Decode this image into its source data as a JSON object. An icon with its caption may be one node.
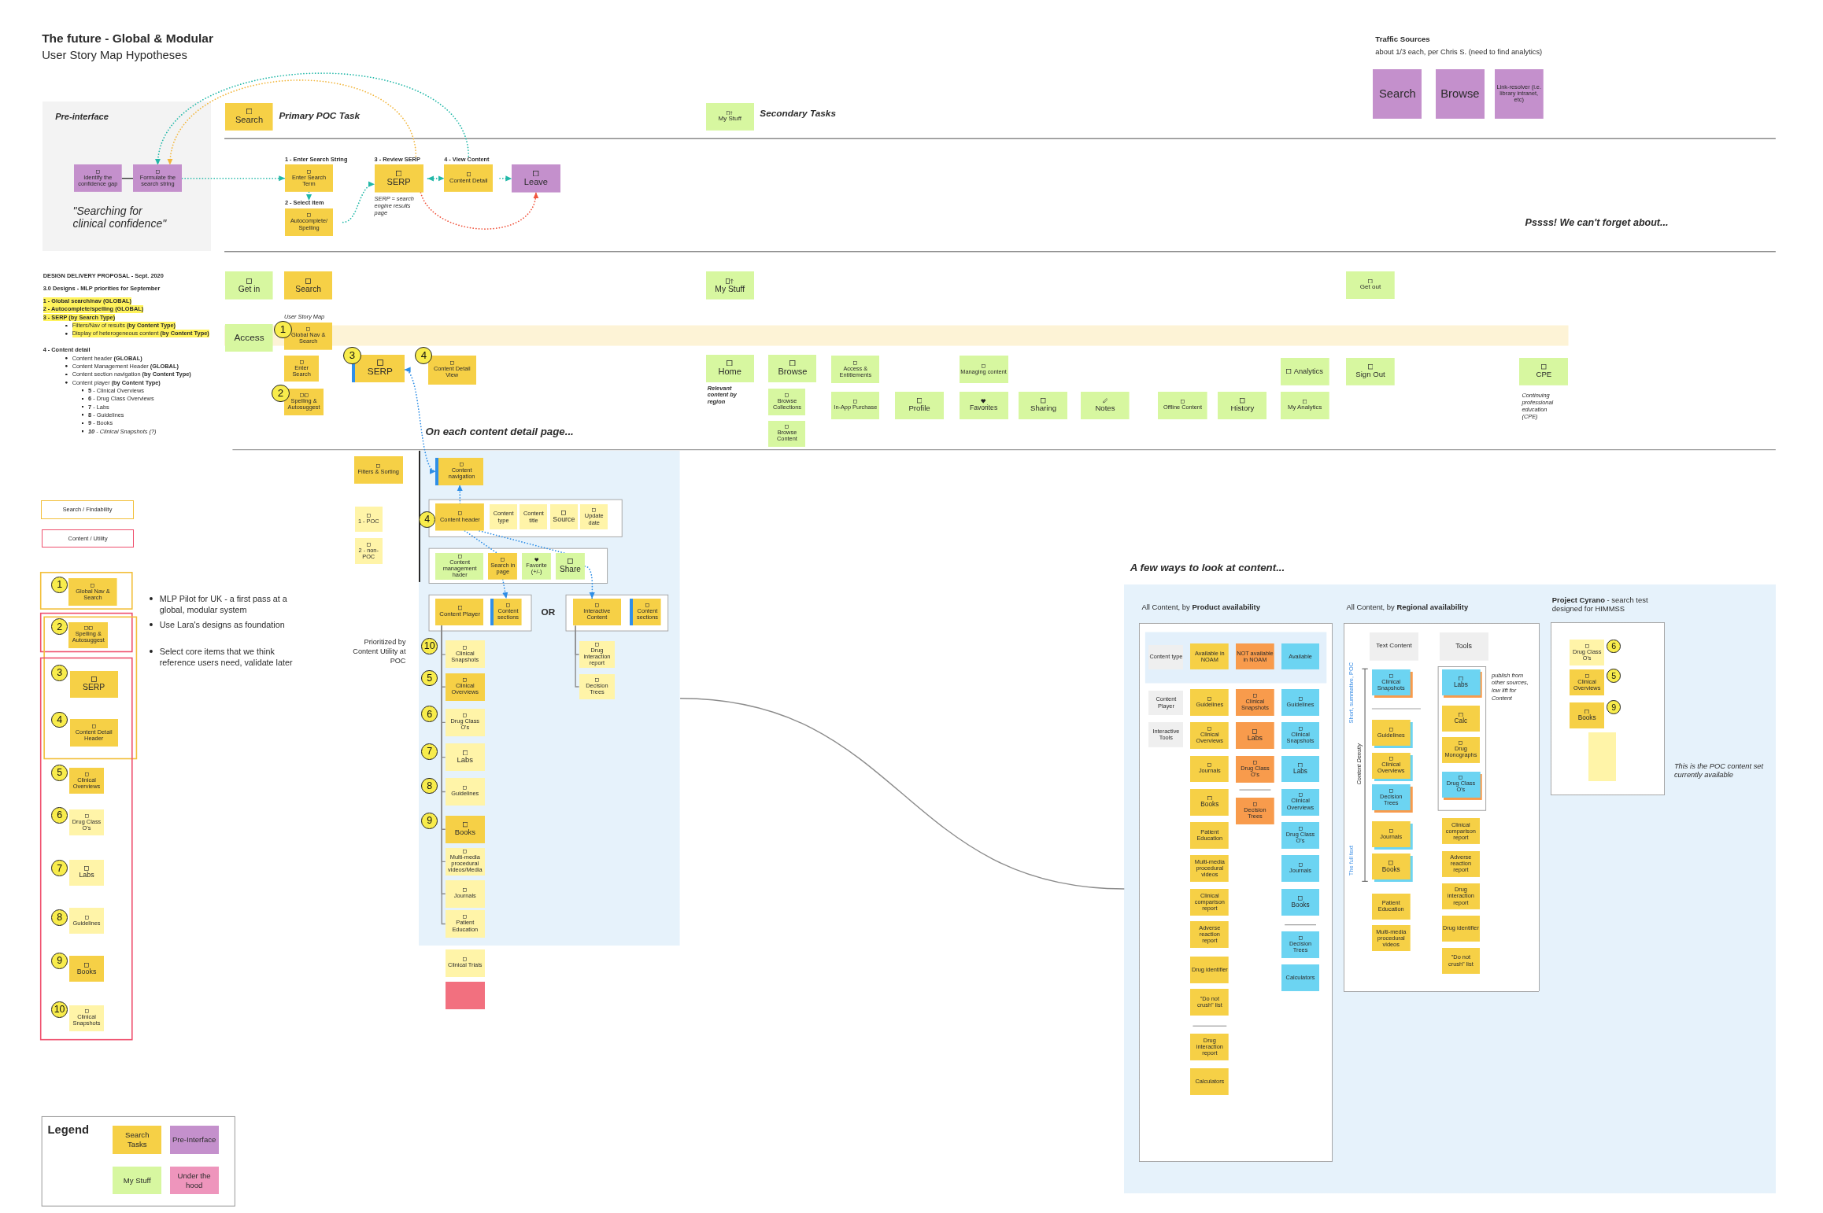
{
  "diagram": {
    "title": "The future - Global & Modular",
    "nodes": [
      {
        "text": [
          "Pre-interface",
          "\"Searching for clinical confidence\""
        ]
      },
      {
        "text": [
          "Identify the confidence gap"
        ],
        "in": 0
      },
      {
        "text": [
          "Formulate the search string"
        ],
        "in": 0
      },
      {
        "text": [
          "Search"
        ],
        "beside": [
          "Primary POC Task"
        ]
      },
      {
        "text": [
          "1 - Enter Search String",
          "Enter Search Term"
        ]
      },
      {
        "text": [
          "2 - Select item",
          "Autocomplete/ Spelling"
        ]
      },
      {
        "text": [
          "3 - Review SERP",
          "SERP"
        ],
        "beside": [
          "SERP = search engine results page"
        ]
      },
      {
        "text": [
          "4 - View Content",
          "Content Detail"
        ]
      },
      {
        "text": [
          "Leave"
        ]
      },
      {
        "text": [
          "My Stuff"
        ],
        "beside": [
          "Secondary Tasks"
        ]
      },
      {
        "text": [
          "Search"
        ]
      },
      {
        "text": [
          "Browse"
        ]
      },
      {
        "text": [
          "Link-resolver (i.e. library intranet, etc)"
        ]
      },
      {
        "text": [
          "Get in"
        ]
      },
      {
        "text": [
          "Search"
        ]
      },
      {
        "text": [
          "My Stuff"
        ]
      },
      {
        "text": [
          "Get out"
        ]
      },
      {
        "text": [
          "Access"
        ]
      },
      {
        "text": [
          "Global Nav & Search"
        ]
      },
      {
        "text": [
          "Enter Search"
        ]
      },
      {
        "text": [
          "Spelling & Autosuggest"
        ]
      },
      {
        "text": [
          "SERP"
        ]
      },
      {
        "text": [
          "Content Detail View"
        ]
      },
      {
        "text": [
          "Home"
        ],
        "beside": [
          "Relevant content by region"
        ]
      },
      {
        "text": [
          "Browse"
        ]
      },
      {
        "text": [
          "Browse Collections"
        ]
      },
      {
        "text": [
          "Browse Content"
        ]
      },
      {
        "text": [
          "Access & Entitlements"
        ]
      },
      {
        "text": [
          "In-App Purchase"
        ]
      },
      {
        "text": [
          "Profile"
        ]
      },
      {
        "text": [
          "Managing content"
        ]
      },
      {
        "text": [
          "Favorites"
        ]
      },
      {
        "text": [
          "Sharing"
        ]
      },
      {
        "text": [
          "Notes"
        ]
      },
      {
        "text": [
          "Offline Content"
        ]
      },
      {
        "text": [
          "History"
        ]
      },
      {
        "text": [
          "Analytics"
        ]
      },
      {
        "text": [
          "My Analytics"
        ]
      },
      {
        "text": [
          "Sign Out"
        ]
      },
      {
        "text": [
          "CPE"
        ],
        "beside": [
          "Continuing professional education (CPE)"
        ]
      },
      {
        "text": [
          "On each content detail page..."
        ]
      },
      {
        "text": [
          "Filters & Sorting"
        ]
      },
      {
        "text": [
          "1 - POC"
        ]
      },
      {
        "text": [
          "2 - non-POC"
        ]
      },
      {
        "text": [
          "Content navigation"
        ],
        "in": 40
      },
      {
        "text": [
          "Content header"
        ],
        "in": 40
      },
      {
        "text": [
          "Content type"
        ],
        "in": 40
      },
      {
        "text": [
          "Content title"
        ],
        "in": 40
      },
      {
        "text": [
          "Source"
        ],
        "in": 40
      },
      {
        "text": [
          "Update date"
        ],
        "in": 40
      },
      {
        "text": [
          "Content management hader"
        ],
        "in": 40
      },
      {
        "text": [
          "Search in page"
        ],
        "in": 40
      },
      {
        "text": [
          "Favorite (+/-)"
        ],
        "in": 40
      },
      {
        "text": [
          "Share"
        ],
        "in": 40
      },
      {
        "text": [
          "Content Player"
        ],
        "in": 40
      },
      {
        "text": [
          "Content sections"
        ],
        "in": 40
      },
      {
        "text": [
          "Interactive Content"
        ],
        "in": 40
      },
      {
        "text": [
          "Content sections"
        ],
        "in": 40
      },
      {
        "text": [
          "Drug interaction report"
        ],
        "in": 40
      },
      {
        "text": [
          "Decision Trees"
        ],
        "in": 40
      },
      {
        "text": [
          "Clinical Snapshots"
        ],
        "in": 40
      },
      {
        "text": [
          "Clinical Overviews"
        ],
        "in": 40
      },
      {
        "text": [
          "Drug Class O's"
        ],
        "in": 40
      },
      {
        "text": [
          "Labs"
        ],
        "in": 40
      },
      {
        "text": [
          "Guidelines"
        ],
        "in": 40
      },
      {
        "text": [
          "Books"
        ],
        "in": 40
      },
      {
        "text": [
          "Multi-media procedural videos/Media"
        ],
        "in": 40
      },
      {
        "text": [
          "Journals"
        ],
        "in": 40
      },
      {
        "text": [
          "Patient Education"
        ],
        "in": 40
      },
      {
        "text": [
          "Clinical Trials"
        ]
      },
      {
        "text": [],
        "shape": "box"
      },
      {
        "text": [
          "Search / Findability"
        ]
      },
      {
        "text": [
          "Content / Utility"
        ]
      },
      {
        "text": [
          "Global Nav & Search"
        ]
      },
      {
        "text": [
          "Spelling & Autosuggest"
        ]
      },
      {
        "text": [
          "SERP"
        ]
      },
      {
        "text": [
          "Content Detail Header"
        ]
      },
      {
        "text": [
          "Clinical Overviews"
        ]
      },
      {
        "text": [
          "Drug Class O's"
        ]
      },
      {
        "text": [
          "Labs"
        ]
      },
      {
        "text": [
          "Guidelines"
        ]
      },
      {
        "text": [
          "Books"
        ]
      },
      {
        "text": [
          "Clinical Snapshots"
        ]
      },
      {
        "text": [
          "A few ways to look at content..."
        ]
      },
      {
        "text": [
          "All Content, by **Product availability**"
        ],
        "in": 83
      },
      {
        "text": [
          "All Content, by **Regional availability**"
        ],
        "in": 83
      },
      {
        "text": [
          "**Project Cyrano** - search test designed for HIMMSS"
        ],
        "in": 83,
        "beside": [
          "This is the POC content set currently available"
        ]
      },
      {
        "text": [
          "Content type"
        ],
        "in": 84
      },
      {
        "text": [
          "Available in NOAM"
        ],
        "in": 84
      },
      {
        "text": [
          "NOT available in NOAM"
        ],
        "in": 84
      },
      {
        "text": [
          "Available"
        ],
        "in": 84
      },
      {
        "text": [
          "Content Player"
        ],
        "in": 84
      },
      {
        "text": [
          "Interactive Tools"
        ],
        "in": 84
      },
      {
        "text": [
          "Guidelines"
        ],
        "in": 84
      },
      {
        "text": [
          "Clinical Overviews"
        ],
        "in": 84
      },
      {
        "text": [
          "Journals"
        ],
        "in": 84
      },
      {
        "text": [
          "Books"
        ],
        "in": 84
      },
      {
        "text": [
          "Patient Education"
        ],
        "in": 84
      },
      {
        "text": [
          "Multi-media procedural videos"
        ],
        "in": 84
      },
      {
        "text": [
          "Clinical comparison report"
        ],
        "in": 84
      },
      {
        "text": [
          "Adverse reaction report"
        ],
        "in": 84
      },
      {
        "text": [
          "Drug identifier"
        ],
        "in": 84
      },
      {
        "text": [
          "\"Do not crush\" list"
        ],
        "in": 84
      },
      {
        "text": [
          "Drug interaction report"
        ],
        "in": 84
      },
      {
        "text": [
          "Calculators"
        ],
        "in": 84
      },
      {
        "text": [
          "Clinical Snapshots"
        ],
        "in": 84
      },
      {
        "text": [
          "Labs"
        ],
        "in": 84
      },
      {
        "text": [
          "Drug Class O's"
        ],
        "in": 84
      },
      {
        "text": [
          "Decision Trees"
        ],
        "in": 84
      },
      {
        "text": [
          "Guidelines"
        ],
        "in": 84
      },
      {
        "text": [
          "Clinical Snapshots"
        ],
        "in": 84
      },
      {
        "text": [
          "Labs"
        ],
        "in": 84
      },
      {
        "text": [
          "Clinical Overviews"
        ],
        "in": 84
      },
      {
        "text": [
          "Drug Class O's"
        ],
        "in": 84
      },
      {
        "text": [
          "Journals"
        ],
        "in": 84
      },
      {
        "text": [
          "Books"
        ],
        "in": 84
      },
      {
        "text": [
          "Decision Trees"
        ],
        "in": 84
      },
      {
        "text": [
          "Calculators"
        ],
        "in": 84
      },
      {
        "text": [
          "Text Content"
        ],
        "in": 85
      },
      {
        "text": [
          "Tools"
        ],
        "in": 85
      },
      {
        "text": [
          "Clinical Snapshots"
        ],
        "in": 85
      },
      {
        "text": [
          "Guidelines"
        ],
        "in": 85
      },
      {
        "text": [
          "Clinical Overviews"
        ],
        "in": 85
      },
      {
        "text": [
          "Decision Trees"
        ],
        "in": 85
      },
      {
        "text": [
          "Journals"
        ],
        "in": 85
      },
      {
        "text": [
          "Books"
        ],
        "in": 85
      },
      {
        "text": [
          "Patient Education"
        ],
        "in": 85
      },
      {
        "text": [
          "Multi-media procedural videos"
        ],
        "in": 85
      },
      {
        "text": [
          "Labs"
        ],
        "in": 85
      },
      {
        "text": [
          "Calc"
        ],
        "in": 85
      },
      {
        "text": [
          "Drug Monographs"
        ],
        "in": 85
      },
      {
        "text": [
          "Drug Class O's"
        ],
        "in": 85
      },
      {
        "text": [
          "Clinical comparison report"
        ],
        "in": 85
      },
      {
        "text": [
          "Adverse reaction report"
        ],
        "in": 85
      },
      {
        "text": [
          "Drug interaction report"
        ],
        "in": 85
      },
      {
        "text": [
          "Drug identifier"
        ],
        "in": 85
      },
      {
        "text": [
          "\"Do not crush\" list"
        ],
        "in": 85
      },
      {
        "text": [
          "Drug Class O's"
        ],
        "in": 86
      },
      {
        "text": [
          "Clinical Overviews"
        ],
        "in": 86
      },
      {
        "text": [
          "Books"
        ],
        "in": 86
      },
      {
        "text": [],
        "shape": "box",
        "in": 86
      }
    ],
    "edges": [
      {
        "from": 1,
        "to": 2,
        "arrow": "none",
        "color": "#333333"
      },
      {
        "from": 2,
        "to": 4,
        "arrow": "to",
        "style": "dashed",
        "color": "#22b8a8"
      },
      {
        "from": 4,
        "to": 5,
        "arrow": "to",
        "style": "dashed",
        "color": "#22b8a8"
      },
      {
        "from": 5,
        "to": 6,
        "arrow": "to",
        "style": "dashed",
        "color": "#22b8a8"
      },
      {
        "from": 6,
        "to": 7,
        "arrow": "both",
        "style": "dashed",
        "color": "#22b8a8"
      },
      {
        "from": 7,
        "to": 8,
        "arrow": "to",
        "style": "dashed",
        "color": "#22b8a8"
      },
      {
        "from": 7,
        "to": 2,
        "arrow": "to",
        "style": "dashed",
        "color": "#22b8a8"
      },
      {
        "from": 6,
        "to": 2,
        "arrow": "to",
        "style": "dashed",
        "color": "#f2b63c"
      },
      {
        "from": 6,
        "to": 8,
        "arrow": "to",
        "style": "dashed",
        "color": "#f0553e"
      },
      {
        "from": 21,
        "to": 44,
        "arrow": "both",
        "style": "dashed",
        "color": "#2e8ee6"
      },
      {
        "from": 45,
        "to": 44,
        "arrow": "to",
        "style": "dashed",
        "color": "#2e8ee6"
      },
      {
        "from": 45,
        "to": 51,
        "arrow": "none",
        "style": "dashed",
        "color": "#2e8ee6"
      },
      {
        "from": 51,
        "to": 55,
        "arrow": "to",
        "style": "dashed",
        "color": "#2e8ee6"
      },
      {
        "from": 45,
        "to": 53,
        "arrow": "none",
        "style": "dashed",
        "color": "#2e8ee6"
      },
      {
        "from": 53,
        "to": 56,
        "arrow": "to",
        "style": "dashed",
        "color": "#2e8ee6"
      },
      {
        "from": 54,
        "to": 60,
        "arrow": "none"
      },
      {
        "from": 54,
        "to": 61,
        "arrow": "none"
      },
      {
        "from": 54,
        "to": 62,
        "arrow": "none"
      },
      {
        "from": 54,
        "to": 63,
        "arrow": "none"
      },
      {
        "from": 54,
        "to": 64,
        "arrow": "none"
      },
      {
        "from": 54,
        "to": 65,
        "arrow": "none"
      },
      {
        "from": 54,
        "to": 66,
        "arrow": "none"
      },
      {
        "from": 54,
        "to": 67,
        "arrow": "none"
      },
      {
        "from": 54,
        "to": 68,
        "arrow": "none"
      },
      {
        "from": 56,
        "to": 58,
        "arrow": "none"
      },
      {
        "from": 56,
        "to": 59,
        "arrow": "none"
      },
      {
        "from": 40,
        "to": 83,
        "arrow": "none"
      }
    ],
    "labels": [
      "User Story Map Hypotheses",
      "Traffic Sources",
      "about 1/3 each, per Chris S. (need to find analytics)",
      "Pssss! We can't forget about...",
      "DESIGN DELIVERY PROPOSAL - Sept. 2020",
      "3.0 Designs - MLP priorities for September",
      "1 - Global search/nav (GLOBAL)",
      "2 - Autocomplete/spelling (GLOBAL)",
      "3 - SERP (by Search Type)",
      "Filters/Nav of results **(by Content Type)**",
      "Display of heterogeneous content **(by Content Type)**",
      "4 - Content detail",
      "Content header **(GLOBAL)**",
      "Content Management Header **(GLOBAL)**",
      "Content section navigation **(by Content Type)**",
      "Content player **(by Content Type)**",
      "**5** - Clinical Overviews",
      "**6** - Drug Class Overviews",
      "**7** - Labs",
      "**8** - Guidelines",
      "**9** - Books",
      "**10** - Clinical Snapshots (?)",
      "User Story Map",
      "1",
      "3",
      "4",
      "2",
      "4",
      "OR",
      "Prioritized by Content Utility at POC",
      "10",
      "5",
      "6",
      "7",
      "8",
      "9",
      "1",
      "2",
      "3",
      "4",
      "5",
      "6",
      "7",
      "8",
      "9",
      "10",
      "MLP Pilot for UK - a first pass at a global, modular system",
      "Use Lara's designs as foundation",
      "Select core items that we think reference users need, validate later",
      "Legend",
      "Short, summative, POC",
      "Content Density",
      "The full text",
      "publish from other sources, low lift for Content",
      "6",
      "5",
      "9"
    ],
    "legend": [
      {
        "text": "Search Tasks",
        "color": "#f6d046"
      },
      {
        "text": "Pre-Interface",
        "color": "#c490cc"
      },
      {
        "text": "My Stuff",
        "color": "#d7f7a0"
      },
      {
        "text": "Under the hood",
        "color": "#ee95bc"
      }
    ]
  }
}
